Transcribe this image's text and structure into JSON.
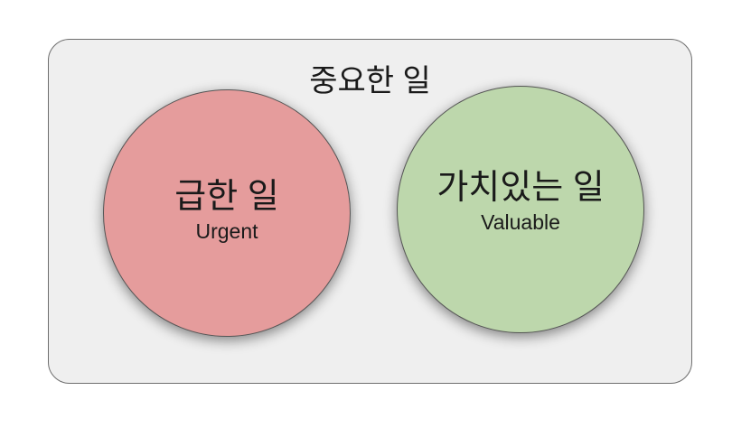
{
  "container": {
    "title": "중요한 일",
    "background": "#efefef",
    "border_color": "#6e6e6e"
  },
  "circles": [
    {
      "label_ko": "급한 일",
      "label_en": "Urgent",
      "color": "#e59c9c"
    },
    {
      "label_ko": "가치있는 일",
      "label_en": "Valuable",
      "color": "#bdd7ac"
    }
  ]
}
